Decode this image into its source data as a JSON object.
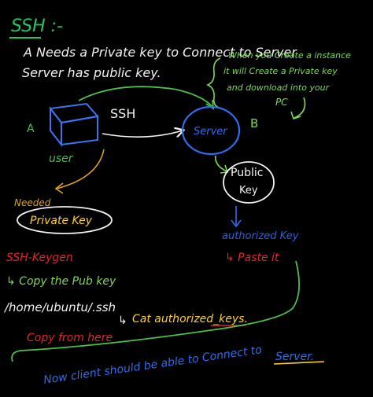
{
  "colors": {
    "background": "#000000",
    "title_green": "#22c55e",
    "ink_white": "#f2f2f2",
    "note_green": "#7ed957",
    "user_blue": "#3b74f0",
    "server_blue": "#2f6cf2",
    "user_label_green": "#4cbf4c",
    "orange": "#e0a020",
    "red": "#e02828",
    "yellow": "#ffd21a",
    "dark_blue": "#2b5fe0"
  },
  "title": "SSH :-",
  "intro": {
    "line1": "A Needs a Private key to Connect to Server",
    "line2": "Server has public key."
  },
  "side_note": {
    "line1": "When you Create a instance",
    "line2": "it will Create a Private key",
    "line3": "and download into your",
    "line4": "PC"
  },
  "diagram": {
    "label_a": "A",
    "label_b": "B",
    "ssh_label": "SSH",
    "user_label": "user",
    "server_label": "Server",
    "public_key_line1": "Public",
    "public_key_line2": "Key",
    "needed_label": "Needed",
    "private_key_label": "Private Key",
    "authorized_key_label": "authorized Key",
    "paste_label": "↳ Paste it"
  },
  "steps": {
    "keygen": "SSH-Keygen",
    "copy_pub": "↳ Copy the Pub key",
    "path": "/home/ubuntu/.ssh",
    "cat_prefix": "↳",
    "cat_cmd": "Cat authorized_keys.",
    "copy_from": "Copy from here"
  },
  "conclusion": {
    "line1": "Now client should be able to Connect to",
    "line2": "Server."
  },
  "icons": [
    "user-box-icon",
    "server-circle",
    "public-key-circle"
  ]
}
